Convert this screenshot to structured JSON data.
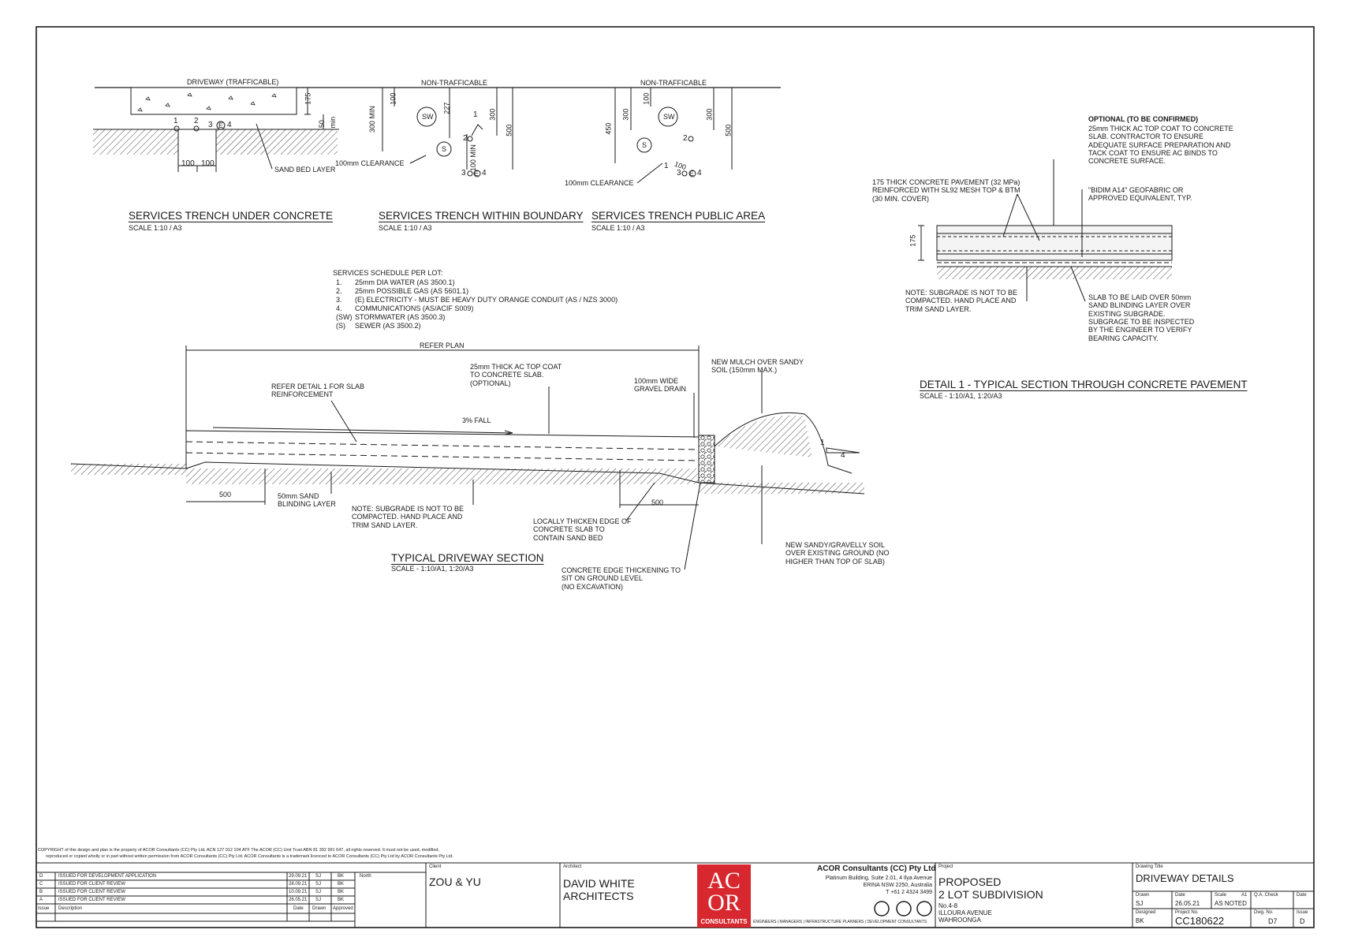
{
  "details": {
    "trench_concrete": {
      "title": "SERVICES TRENCH UNDER CONCRETE",
      "scale": "SCALE 1:10 / A3",
      "header": "DRIVEWAY (TRAFFICABLE)",
      "dim_175": "175",
      "dim_50": "50",
      "dim_min": "min",
      "dim_100a": "100",
      "dim_100b": "100",
      "sand_bed": "SAND BED LAYER",
      "n1": "1",
      "n2": "2",
      "n3": "3",
      "nE": "E",
      "n4": "4"
    },
    "trench_boundary": {
      "title": "SERVICES TRENCH WITHIN BOUNDARY",
      "scale": "SCALE 1:10 / A3",
      "header": "NON-TRAFFICABLE",
      "dim_300min": "300 MIN",
      "dim_100": "100",
      "dim_227": "227",
      "dim_300": "300",
      "dim_500": "500",
      "dim_100min": "100 MIN",
      "clearance": "100mm CLEARANCE",
      "sw": "SW",
      "s": "S",
      "n1": "1",
      "n2": "2",
      "n3": "3",
      "nE": "E",
      "n4": "4"
    },
    "trench_public": {
      "title": "SERVICES TRENCH PUBLIC AREA",
      "scale": "SCALE 1:10 / A3",
      "header": "NON-TRAFFICABLE",
      "dim_450": "450",
      "dim_300a": "300",
      "dim_100": "100",
      "dim_300b": "300",
      "dim_500": "500",
      "dim_100b": "100",
      "clearance": "100mm CLEARANCE",
      "sw": "SW",
      "s": "S",
      "n1": "1",
      "n2": "2",
      "n3": "3",
      "nE": "E",
      "n4": "4"
    },
    "detail1": {
      "title": "DETAIL 1 - TYPICAL SECTION THROUGH CONCRETE PAVEMENT",
      "scale": "SCALE - 1:10/A1, 1:20/A3",
      "optional_head": "OPTIONAL (TO BE CONFIRMED)",
      "optional_lines": [
        "25mm THICK AC TOP COAT TO CONCRETE",
        "SLAB. CONTRACTOR TO ENSURE",
        "ADEQUATE SURFACE PREPARATION AND",
        "TACK COAT TO ENSURE AC BINDS TO",
        "CONCRETE SURFACE."
      ],
      "pavement_lines": [
        "175 THICK CONCRETE PAVEMENT (32 MPa)",
        "REINFORCED WITH SL92 MESH TOP & BTM",
        "(30 MIN. COVER)"
      ],
      "geofabric_lines": [
        "\"BIDIM A14\" GEOFABRIC OR",
        "APPROVED EQUIVALENT, TYP."
      ],
      "dim_175": "175",
      "subgrade_lines": [
        "NOTE: SUBGRADE IS NOT TO BE",
        "COMPACTED. HAND PLACE AND",
        "TRIM SAND LAYER."
      ],
      "slab_lines": [
        "SLAB TO BE LAID OVER 50mm",
        "SAND BLINDING LAYER OVER",
        "EXISTING SUBGRADE.",
        "SUBGRAGE TO BE INSPECTED",
        "BY THE ENGINEER TO VERIFY",
        "BEARING CAPACITY."
      ]
    },
    "schedule": {
      "head": "SERVICES SCHEDULE PER LOT:",
      "items": [
        {
          "key": "1.",
          "text": "25mm DIA WATER (AS 3500.1)"
        },
        {
          "key": "2.",
          "text": "25mm POSSIBLE GAS (AS 5601.1)"
        },
        {
          "key": "3.",
          "text": "(E) ELECTRICITY - MUST BE HEAVY DUTY ORANGE CONDUIT (AS / NZS 3000)"
        },
        {
          "key": "4.",
          "text": "COMMUNICATIONS (AS/ACIF S009)"
        },
        {
          "key": "(SW)",
          "text": "STORMWATER (AS 3500.3)"
        },
        {
          "key": "(S)",
          "text": "SEWER (AS 3500.2)"
        }
      ]
    },
    "driveway": {
      "title": "TYPICAL DRIVEWAY SECTION",
      "scale": "SCALE - 1:10/A1, 1:20/A3",
      "refer_plan": "REFER PLAN",
      "refer_detail": [
        "REFER DETAIL 1 FOR SLAB",
        "REINFORCEMENT"
      ],
      "ac_coat": [
        "25mm THICK AC TOP COAT",
        "TO CONCRETE SLAB.",
        "(OPTIONAL)"
      ],
      "gravel": [
        "100mm WIDE",
        "GRAVEL DRAIN"
      ],
      "mulch": [
        "NEW MULCH OVER SANDY",
        "SOIL (150mm MAX.)"
      ],
      "fall": "3% FALL",
      "slope_1": "1",
      "slope_4": "4",
      "dim_500a": "500",
      "dim_500b": "500",
      "sand_blinding": [
        "50mm SAND",
        "BLINDING LAYER"
      ],
      "subgrade": [
        "NOTE: SUBGRADE IS NOT TO BE",
        "COMPACTED. HAND PLACE AND",
        "TRIM SAND LAYER."
      ],
      "thicken": [
        "LOCALLY THICKEN EDGE OF",
        "CONCRETE SLAB TO",
        "CONTAIN SAND BED"
      ],
      "edge": [
        "CONCRETE EDGE THICKENING TO",
        "SIT ON GROUND LEVEL",
        "(NO EXCAVATION)"
      ],
      "soil": [
        "NEW SANDY/GRAVELLY SOIL",
        "OVER EXISTING GROUND (NO",
        "HIGHER THAN TOP OF SLAB)"
      ]
    }
  },
  "title_block": {
    "copyright_1": "COPYRIGHT of this design and plan is the property of ACOR Consultants (CC) Pty Ltd, ACN 127 012 104 ATF The ACOR (CC) Unit Trust ABN 81 392 991 647, all rights reserved. It must not be used, modified,",
    "copyright_2": "reproduced or copied wholly or in part without written permission from ACOR Consultants (CC) Pty Ltd. ACOR Consultants is a trademark licenced to ACOR Consultants (CC) Pty Ltd by ACOR Consultants Pty Ltd.",
    "revisions": [
      {
        "issue": "D",
        "desc": "ISSUED FOR DEVELOPMENT APPLICATION",
        "date": "29.09.21",
        "drawn": "SJ",
        "approved": "BK"
      },
      {
        "issue": "C",
        "desc": "ISSUED FOR CLIENT REVIEW",
        "date": "28.09.21",
        "drawn": "SJ",
        "approved": "BK"
      },
      {
        "issue": "B",
        "desc": "ISSUED FOR CLIENT REVIEW",
        "date": "10.09.21",
        "drawn": "SJ",
        "approved": "BK"
      },
      {
        "issue": "A",
        "desc": "ISSUED FOR CLIENT REVIEW",
        "date": "26.05.21",
        "drawn": "SJ",
        "approved": "BK"
      }
    ],
    "rev_headers": {
      "issue": "Issue",
      "desc": "Description",
      "date": "Date",
      "drawn": "Drawn",
      "approved": "Approved"
    },
    "north_label": "North",
    "client_label": "Client",
    "client": "ZOU & YU",
    "architect_label": "Architect",
    "architect": [
      "DAVID WHITE",
      "ARCHITECTS"
    ],
    "logo": {
      "line1": "AC",
      "line2": "OR",
      "word": "CONSULTANTS"
    },
    "company": "ACOR Consultants (CC) Pty Ltd",
    "address": [
      "Platinum Building, Suite 2.01, 4 Ilya Avenue",
      "ERINA NSW 2250, Australia",
      "T +61 2 4324 3499"
    ],
    "services": "ENGINEERS | MANAGERS | INFRASTRUCTURE PLANNERS | DEVELOPMENT CONSULTANTS",
    "project_label": "Project",
    "project": [
      "PROPOSED",
      "2 LOT SUBDIVISION"
    ],
    "address_project": [
      "No.4-8",
      "ILLOURA AVENUE",
      "WAHROONGA"
    ],
    "drawing_title_label": "Drawing Title",
    "drawing_title": "DRIVEWAY DETAILS",
    "drawn_label": "Drawn",
    "drawn": "SJ",
    "date_label": "Date",
    "date": "26.05.21",
    "scale_label": "Scale",
    "scale_size": "A1",
    "scale": "AS NOTED",
    "qa_label": "Q.A. Check",
    "qa_date_label": "Date",
    "designed_label": "Designed",
    "designed": "BK",
    "project_no_label": "Project No.",
    "project_no": "CC180622",
    "dwg_label": "Dwg. No.",
    "dwg_no": "D7",
    "issue_label": "Issue",
    "issue": "D"
  }
}
